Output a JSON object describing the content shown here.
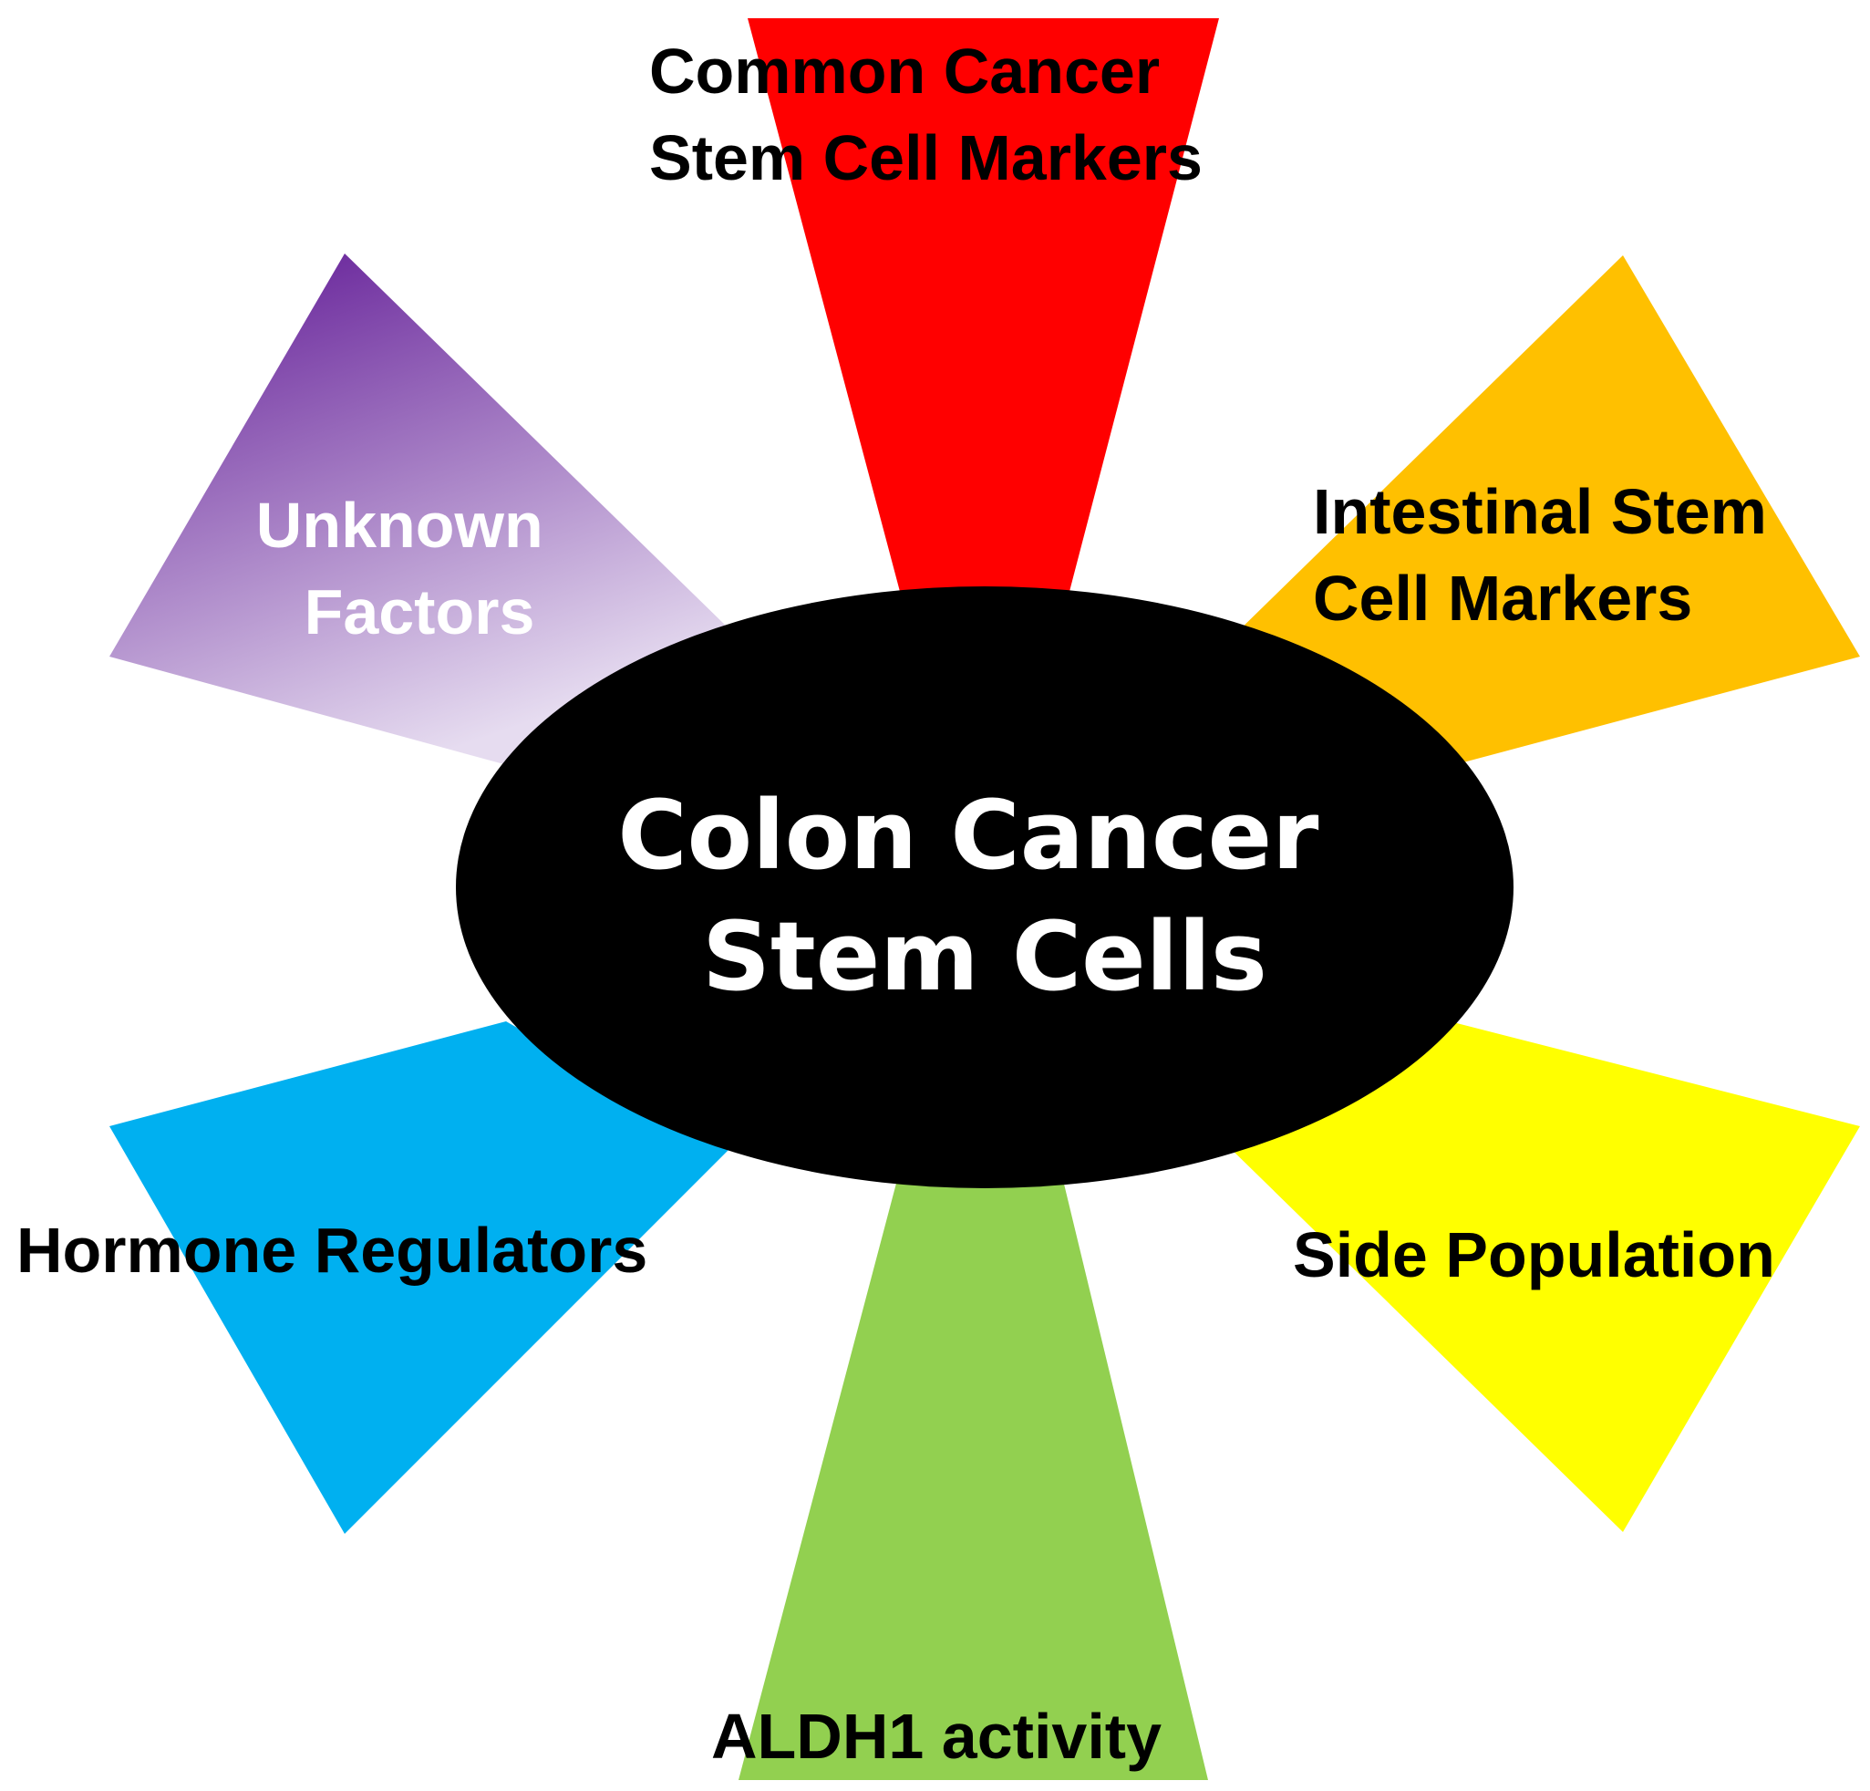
{
  "center": {
    "lines": [
      "Colon Cancer",
      "Stem Cells"
    ],
    "fill": "#000000",
    "text_color": "#ffffff"
  },
  "petals": [
    {
      "id": "common",
      "lines": [
        "Common Cancer",
        "Stem Cell Markers"
      ],
      "fill": "#ff0000",
      "text_color": "#000000"
    },
    {
      "id": "intestinal",
      "lines": [
        "Intestinal Stem",
        "Cell Markers"
      ],
      "fill": "#ffc000",
      "text_color": "#000000"
    },
    {
      "id": "side",
      "lines": [
        "Side Population"
      ],
      "fill": "#ffff00",
      "text_color": "#000000"
    },
    {
      "id": "aldh1",
      "lines": [
        "ALDH1 activity"
      ],
      "fill": "#92d050",
      "text_color": "#000000"
    },
    {
      "id": "hormone",
      "lines": [
        "Hormone Regulators"
      ],
      "fill": "#00b0f0",
      "text_color": "#000000"
    },
    {
      "id": "unknown",
      "lines": [
        "Unknown",
        "Factors"
      ],
      "fill": "#7030a0",
      "fill_light": "#e6dcf0",
      "text_color": "#ffffff"
    }
  ]
}
